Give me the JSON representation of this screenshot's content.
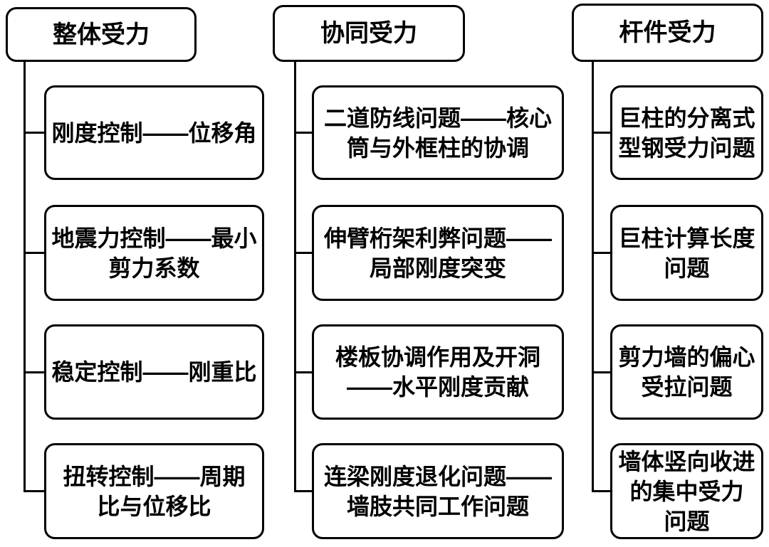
{
  "colors": {
    "line": "#000000",
    "text": "#000000",
    "background": "#ffffff"
  },
  "columns": [
    {
      "header": "整体受力",
      "items": [
        "刚度控制——位移角",
        "地震力控制——最小\n剪力系数",
        "稳定控制——刚重比",
        "扭转控制——周期\n比与位移比"
      ]
    },
    {
      "header": "协同受力",
      "items": [
        "二道防线问题——核心\n筒与外框柱的协调",
        "伸臂桁架利弊问题——\n局部刚度突变",
        "楼板协调作用及开洞\n——水平刚度贡献",
        "连梁刚度退化问题——\n墙肢共同工作问题"
      ]
    },
    {
      "header": "杆件受力",
      "items": [
        "巨柱的分离式\n型钢受力问题",
        "巨柱计算长度\n问题",
        "剪力墙的偏心\n受拉问题",
        "墙体竖向收进\n的集中受力\n问题"
      ]
    }
  ]
}
